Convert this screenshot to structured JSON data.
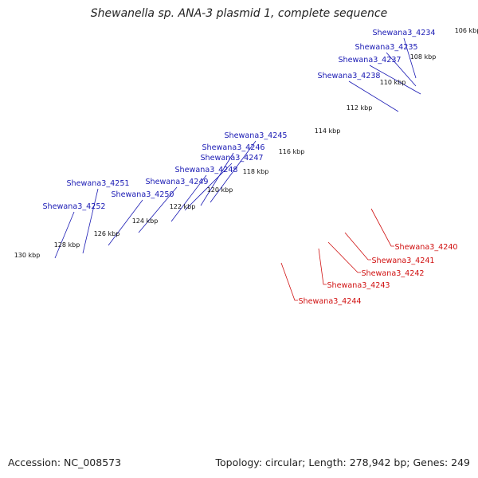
{
  "title": "Shewanella sp. ANA-3 plasmid 1, complete sequence",
  "footer": {
    "accession": "Accession: NC_008573",
    "summary": "Topology: circular; Length: 278,942 bp; Genes: 249"
  },
  "colors": {
    "forward_cds": "#1414d2",
    "reverse_cds": "#ee0000",
    "rna": "#20e896",
    "pseudo": "#808080",
    "misc_pink": "#e8148c",
    "misc_orange": "#f08c14",
    "misc_yellow": "#f0e6a0",
    "backbone": "#7a7a7a",
    "ticks": "#2a8a2a",
    "label_forward": "#1a1ab4",
    "label_reverse": "#d01010"
  },
  "kbp_labels": [
    "106 kbp",
    "108 kbp",
    "110 kbp",
    "112 kbp",
    "114 kbp",
    "116 kbp",
    "118 kbp",
    "120 kbp",
    "122 kbp",
    "124 kbp",
    "126 kbp",
    "128 kbp",
    "130 kbp"
  ],
  "forward_labels": [
    "Shewana3_4234",
    "Shewana3_4235",
    "Shewana3_4237",
    "Shewana3_4238",
    "Shewana3_4245",
    "Shewana3_4246",
    "Shewana3_4247",
    "Shewana3_4248",
    "Shewana3_4249",
    "Shewana3_4250",
    "Shewana3_4251",
    "Shewana3_4252"
  ],
  "reverse_labels": [
    "Shewana3_4240",
    "Shewana3_4241",
    "Shewana3_4242",
    "Shewana3_4243",
    "Shewana3_4244"
  ]
}
